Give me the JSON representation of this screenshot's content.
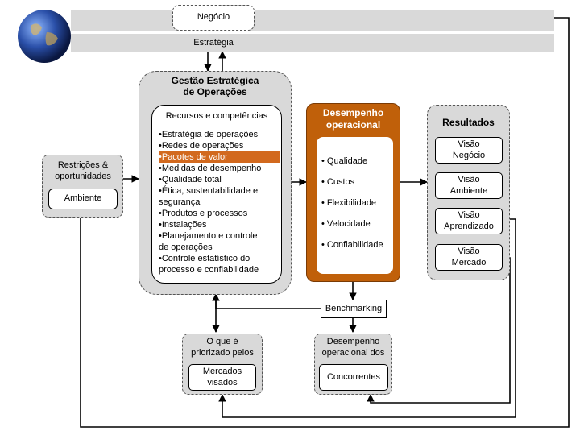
{
  "top": {
    "negocio": "Negócio",
    "estrategia": "Estratégia"
  },
  "gestao": {
    "title": "Gestão Estratégica\nde Operações",
    "recursos_title": "Recursos e competências",
    "items": [
      "•Estratégia de operações",
      "•Redes de operações",
      "•Pacotes de valor",
      "•Medidas de desempenho",
      "•Qualidade total",
      "•Ética, sustentabilidade e\nsegurança",
      "•Produtos e processos",
      "•Instalações",
      "•Planejamento e controle\nde operações",
      "•Controle estatístico do\nprocesso e confiabilidade"
    ]
  },
  "left": {
    "restricoes": "Restrições &\noportunidades",
    "ambiente": "Ambiente"
  },
  "desempenho": {
    "title": "Desempenho\noperacional",
    "items": [
      "• Qualidade",
      "• Custos",
      "• Flexibilidade",
      "• Velocidade",
      "• Confiabilidade"
    ]
  },
  "resultados": {
    "title": "Resultados",
    "items": [
      "Visão\nNegócio",
      "Visão\nAmbiente",
      "Visão\nAprendizado",
      "Visão\nMercado"
    ]
  },
  "benchmarking": "Benchmarking",
  "bottom_left": {
    "priorizado": "O que é\npriorizado pelos",
    "mercados": "Mercados\nvisados"
  },
  "bottom_right": {
    "desempenho": "Desempenho\noperacional dos",
    "concorrentes": "Concorrentes"
  },
  "colors": {
    "orange": "#c0600a",
    "grey": "#d9d9d9",
    "highlight": "#d2691e"
  }
}
